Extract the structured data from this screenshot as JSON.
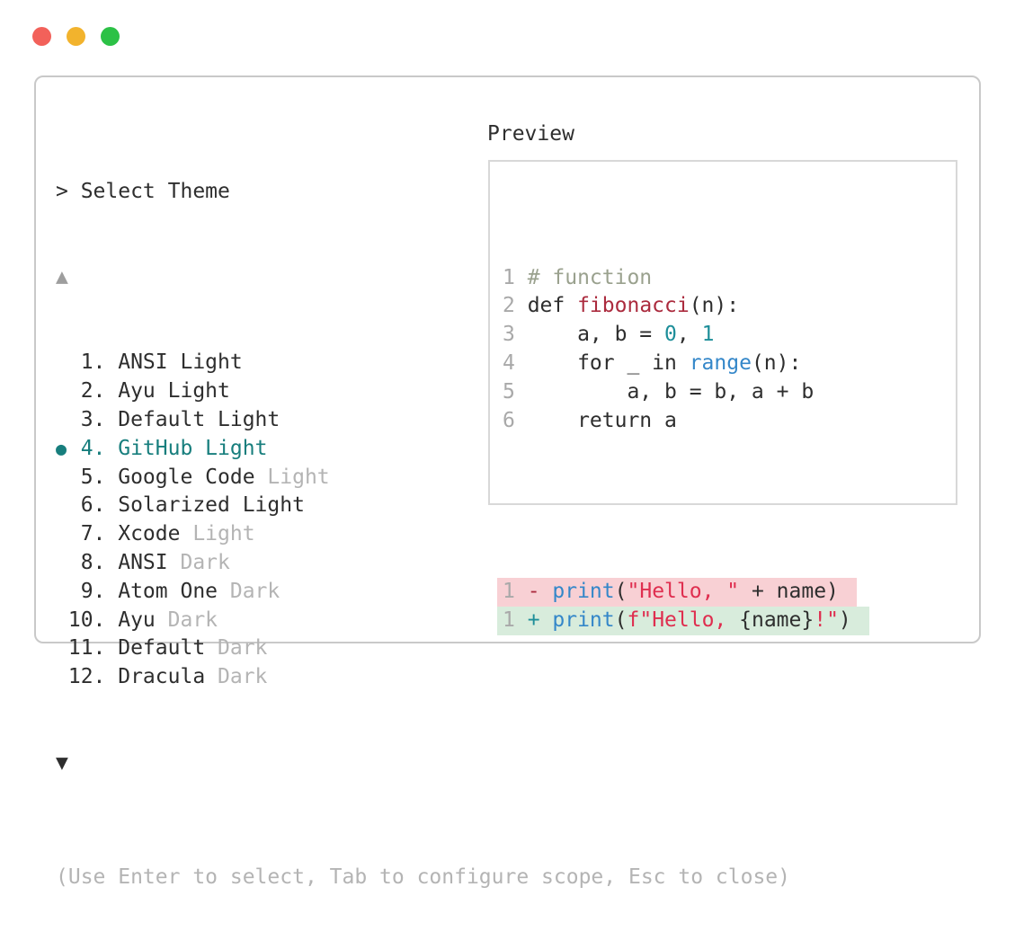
{
  "colors": {
    "tl_red": "#f2615a",
    "tl_yellow": "#f2b32d",
    "tl_green": "#2cc146",
    "border": "#c9c9c9",
    "preview_border": "#d8d8d8",
    "dark": "#2e2e2e",
    "code_text": "#2e2e2e",
    "muted": "#b4b4b4",
    "linenum": "#a9a9a9",
    "arrow_up": "#9e9e9e",
    "teal": "#177e7d",
    "comment": "#9aa18e",
    "func_red": "#ab2b3e",
    "string_red": "#df2e4f",
    "builtin_blue": "#3487c9",
    "num_teal": "#1d8e99",
    "removed_bg": "#f8d0d4",
    "added_bg": "#d8ecdc"
  },
  "window": {
    "traffic_lights": [
      {
        "name": "close"
      },
      {
        "name": "minimize"
      },
      {
        "name": "maximize"
      }
    ]
  },
  "theme_picker": {
    "prompt": "> Select Theme",
    "scroll_up": "▲",
    "scroll_down": "▼",
    "selected_indicator": "●",
    "items": [
      {
        "number": "1.",
        "label": "ANSI",
        "suffix": "Light",
        "suffix_muted": false,
        "selected": false
      },
      {
        "number": "2.",
        "label": "Ayu",
        "suffix": "Light",
        "suffix_muted": false,
        "selected": false
      },
      {
        "number": "3.",
        "label": "Default",
        "suffix": "Light",
        "suffix_muted": false,
        "selected": false
      },
      {
        "number": "4.",
        "label": "GitHub",
        "suffix": "Light",
        "suffix_muted": false,
        "selected": true
      },
      {
        "number": "5.",
        "label": "Google Code",
        "suffix": "Light",
        "suffix_muted": true,
        "selected": false
      },
      {
        "number": "6.",
        "label": "Solarized",
        "suffix": "Light",
        "suffix_muted": false,
        "selected": false
      },
      {
        "number": "7.",
        "label": "Xcode",
        "suffix": "Light",
        "suffix_muted": true,
        "selected": false
      },
      {
        "number": "8.",
        "label": "ANSI",
        "suffix": "Dark",
        "suffix_muted": true,
        "selected": false
      },
      {
        "number": "9.",
        "label": "Atom One",
        "suffix": "Dark",
        "suffix_muted": true,
        "selected": false
      },
      {
        "number": "10.",
        "label": "Ayu",
        "suffix": "Dark",
        "suffix_muted": true,
        "selected": false
      },
      {
        "number": "11.",
        "label": "Default",
        "suffix": "Dark",
        "suffix_muted": true,
        "selected": false
      },
      {
        "number": "12.",
        "label": "Dracula",
        "suffix": "Dark",
        "suffix_muted": true,
        "selected": false
      }
    ],
    "help_text": "(Use Enter to select, Tab to configure scope, Esc to close)"
  },
  "preview": {
    "title": "Preview",
    "code_lines": [
      {
        "num": "1",
        "tokens": [
          {
            "t": "# function",
            "c": "comment"
          }
        ]
      },
      {
        "num": "2",
        "tokens": [
          {
            "t": "def ",
            "c": "text"
          },
          {
            "t": "fibonacci",
            "c": "func"
          },
          {
            "t": "(n):",
            "c": "text"
          }
        ]
      },
      {
        "num": "3",
        "tokens": [
          {
            "t": "    a, b = ",
            "c": "text"
          },
          {
            "t": "0",
            "c": "number"
          },
          {
            "t": ", ",
            "c": "text"
          },
          {
            "t": "1",
            "c": "number"
          }
        ]
      },
      {
        "num": "4",
        "tokens": [
          {
            "t": "    for _ in ",
            "c": "text"
          },
          {
            "t": "range",
            "c": "builtin"
          },
          {
            "t": "(n):",
            "c": "text"
          }
        ]
      },
      {
        "num": "5",
        "tokens": [
          {
            "t": "        a, b = b, a + b",
            "c": "text"
          }
        ]
      },
      {
        "num": "6",
        "tokens": [
          {
            "t": "    return a",
            "c": "text"
          }
        ]
      }
    ],
    "diff_lines": [
      {
        "num": "1",
        "type": "removed",
        "tokens": [
          {
            "t": "- ",
            "c": "removed-marker"
          },
          {
            "t": "print",
            "c": "builtin"
          },
          {
            "t": "(",
            "c": "text"
          },
          {
            "t": "\"Hello, \"",
            "c": "string"
          },
          {
            "t": " + name)",
            "c": "text"
          }
        ]
      },
      {
        "num": "1",
        "type": "added",
        "tokens": [
          {
            "t": "+ ",
            "c": "added-marker"
          },
          {
            "t": "print",
            "c": "builtin"
          },
          {
            "t": "(",
            "c": "text"
          },
          {
            "t": "f\"Hello, ",
            "c": "string"
          },
          {
            "t": "{name}",
            "c": "text"
          },
          {
            "t": "!\"",
            "c": "string"
          },
          {
            "t": ")",
            "c": "text"
          }
        ]
      }
    ]
  }
}
